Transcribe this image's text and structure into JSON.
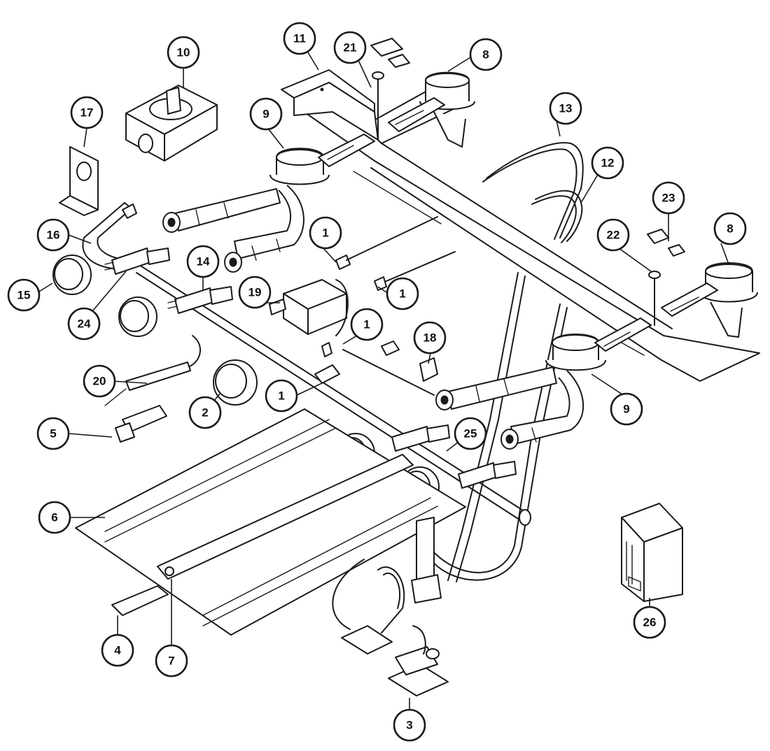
{
  "callouts": [
    {
      "label": "1"
    },
    {
      "label": "1"
    },
    {
      "label": "1"
    },
    {
      "label": "1"
    },
    {
      "label": "2"
    },
    {
      "label": "3"
    },
    {
      "label": "4"
    },
    {
      "label": "5"
    },
    {
      "label": "6"
    },
    {
      "label": "7"
    },
    {
      "label": "8"
    },
    {
      "label": "8"
    },
    {
      "label": "9"
    },
    {
      "label": "9"
    },
    {
      "label": "10"
    },
    {
      "label": "11"
    },
    {
      "label": "12"
    },
    {
      "label": "13"
    },
    {
      "label": "14"
    },
    {
      "label": "15"
    },
    {
      "label": "16"
    },
    {
      "label": "17"
    },
    {
      "label": "18"
    },
    {
      "label": "19"
    },
    {
      "label": "20"
    },
    {
      "label": "21"
    },
    {
      "label": "22"
    },
    {
      "label": "23"
    },
    {
      "label": "24"
    },
    {
      "label": "25"
    },
    {
      "label": "26"
    }
  ]
}
